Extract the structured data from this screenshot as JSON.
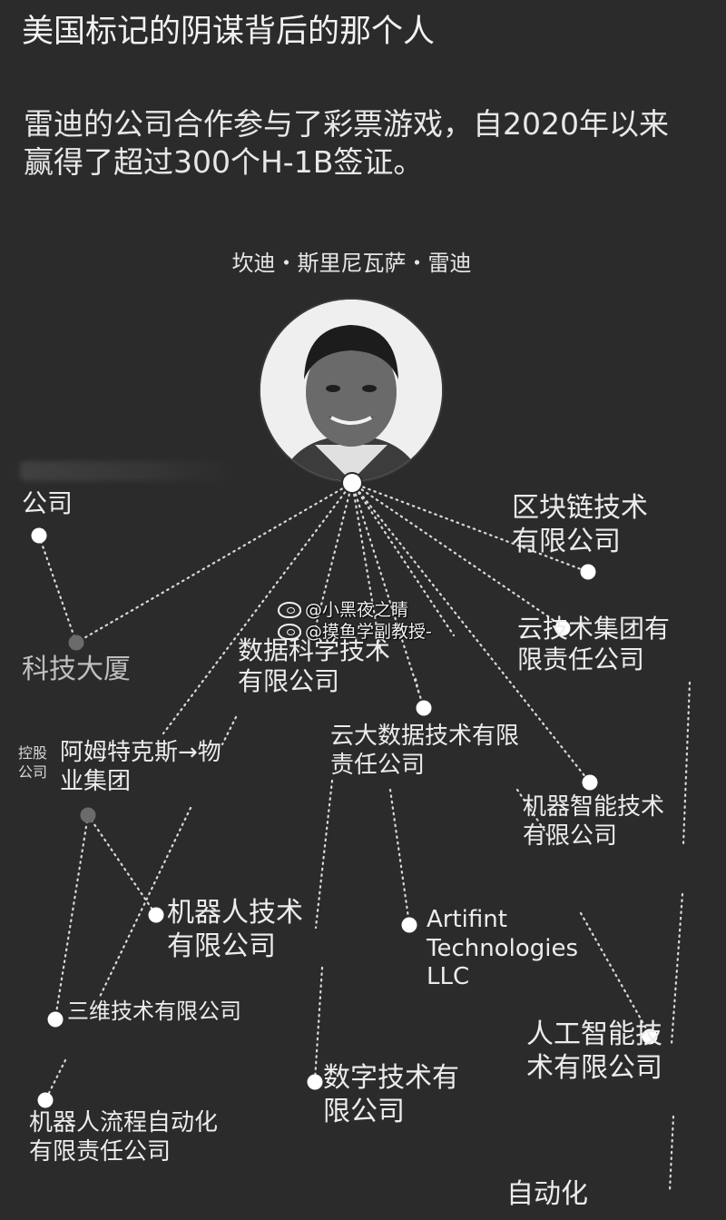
{
  "title": "美国标记的阴谋背后的那个人",
  "subtitle": "雷迪的公司合作参与了彩票游戏，自2020年以来赢得了超过300个H-1B签证。",
  "person": {
    "name": "坎迪・斯里尼瓦萨・雷迪",
    "photo_icon": "person-portrait-icon"
  },
  "watermark": {
    "line1": "@小黑夜之睛",
    "line2": "@摸鱼学副教授-",
    "icon": "weibo-icon"
  },
  "nodes": {
    "left_top_company": "公司",
    "tech_building": "科技大厦",
    "blockchain": "区块链技术\n有限公司",
    "cloud_group": "云技术集团有\n限责任公司",
    "data_science": "数据科学技术\n有限公司",
    "cloud_bigdata": "云大数据技术有限\n责任公司",
    "holding": "控股\n公司",
    "amsterdam": "阿姆特克斯→物\n业集团",
    "machine_intel": "机器智能技术\n有限公司",
    "robot_tech": "机器人技术\n有限公司",
    "artifint": "Artifint\nTechnologies\nLLC",
    "three_d": "三维技术有限公司",
    "ai_tech": "人工智能技\n术有限公司",
    "digital_tech": "数字技术有\n限公司",
    "rpa": "机器人流程自动化\n有限责任公司",
    "automation": "自动化"
  }
}
